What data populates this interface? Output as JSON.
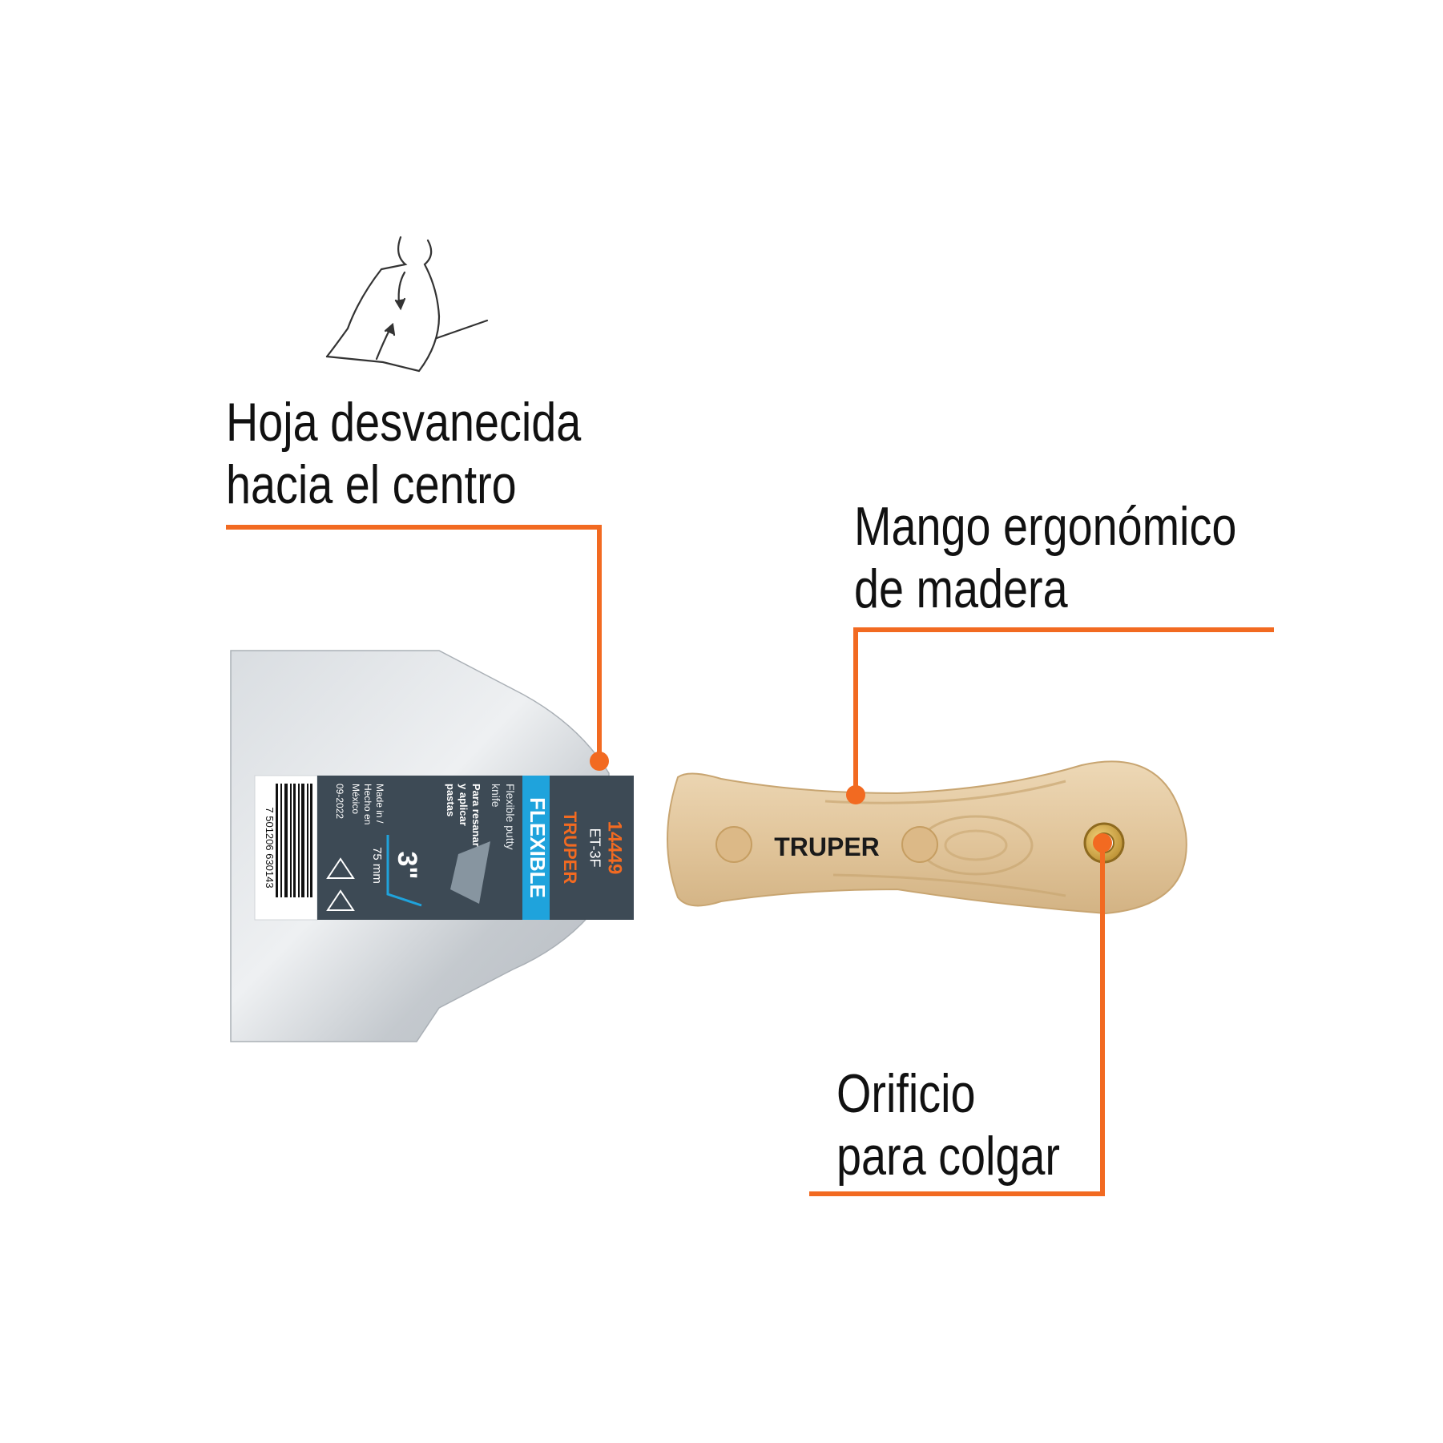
{
  "callouts": {
    "blade": {
      "line1": "Hoja desvanecida",
      "line2": "hacia el centro"
    },
    "handle": {
      "line1": "Mango ergonómico",
      "line2": "de madera"
    },
    "hole": {
      "line1": "Orificio",
      "line2": "para colgar"
    }
  },
  "label": {
    "brand": "TRUPER",
    "model_number": "14449",
    "model_code": "ET-3F",
    "type": "FLEXIBLE",
    "name_en_1": "Flexible putty",
    "name_en_2": "knife",
    "use_1": "Para resanar",
    "use_2": "y aplicar",
    "use_3": "pastas",
    "origin_1": "Made in /",
    "origin_2": "Hecho en",
    "origin_3": "México",
    "date": "09-2022",
    "size_in": "3\"",
    "size_mm": "75 mm",
    "barcode": "7 501206 630143"
  },
  "handle_brand": "TRUPER",
  "colors": {
    "accent": "#f26a21",
    "label_bg": "#3d4a55",
    "label_stripe": "#1fa3dc",
    "wood": "#e3c9a2",
    "blade": "#c9ced3"
  },
  "icons": [
    "blade-bevel-diagram-icon"
  ]
}
